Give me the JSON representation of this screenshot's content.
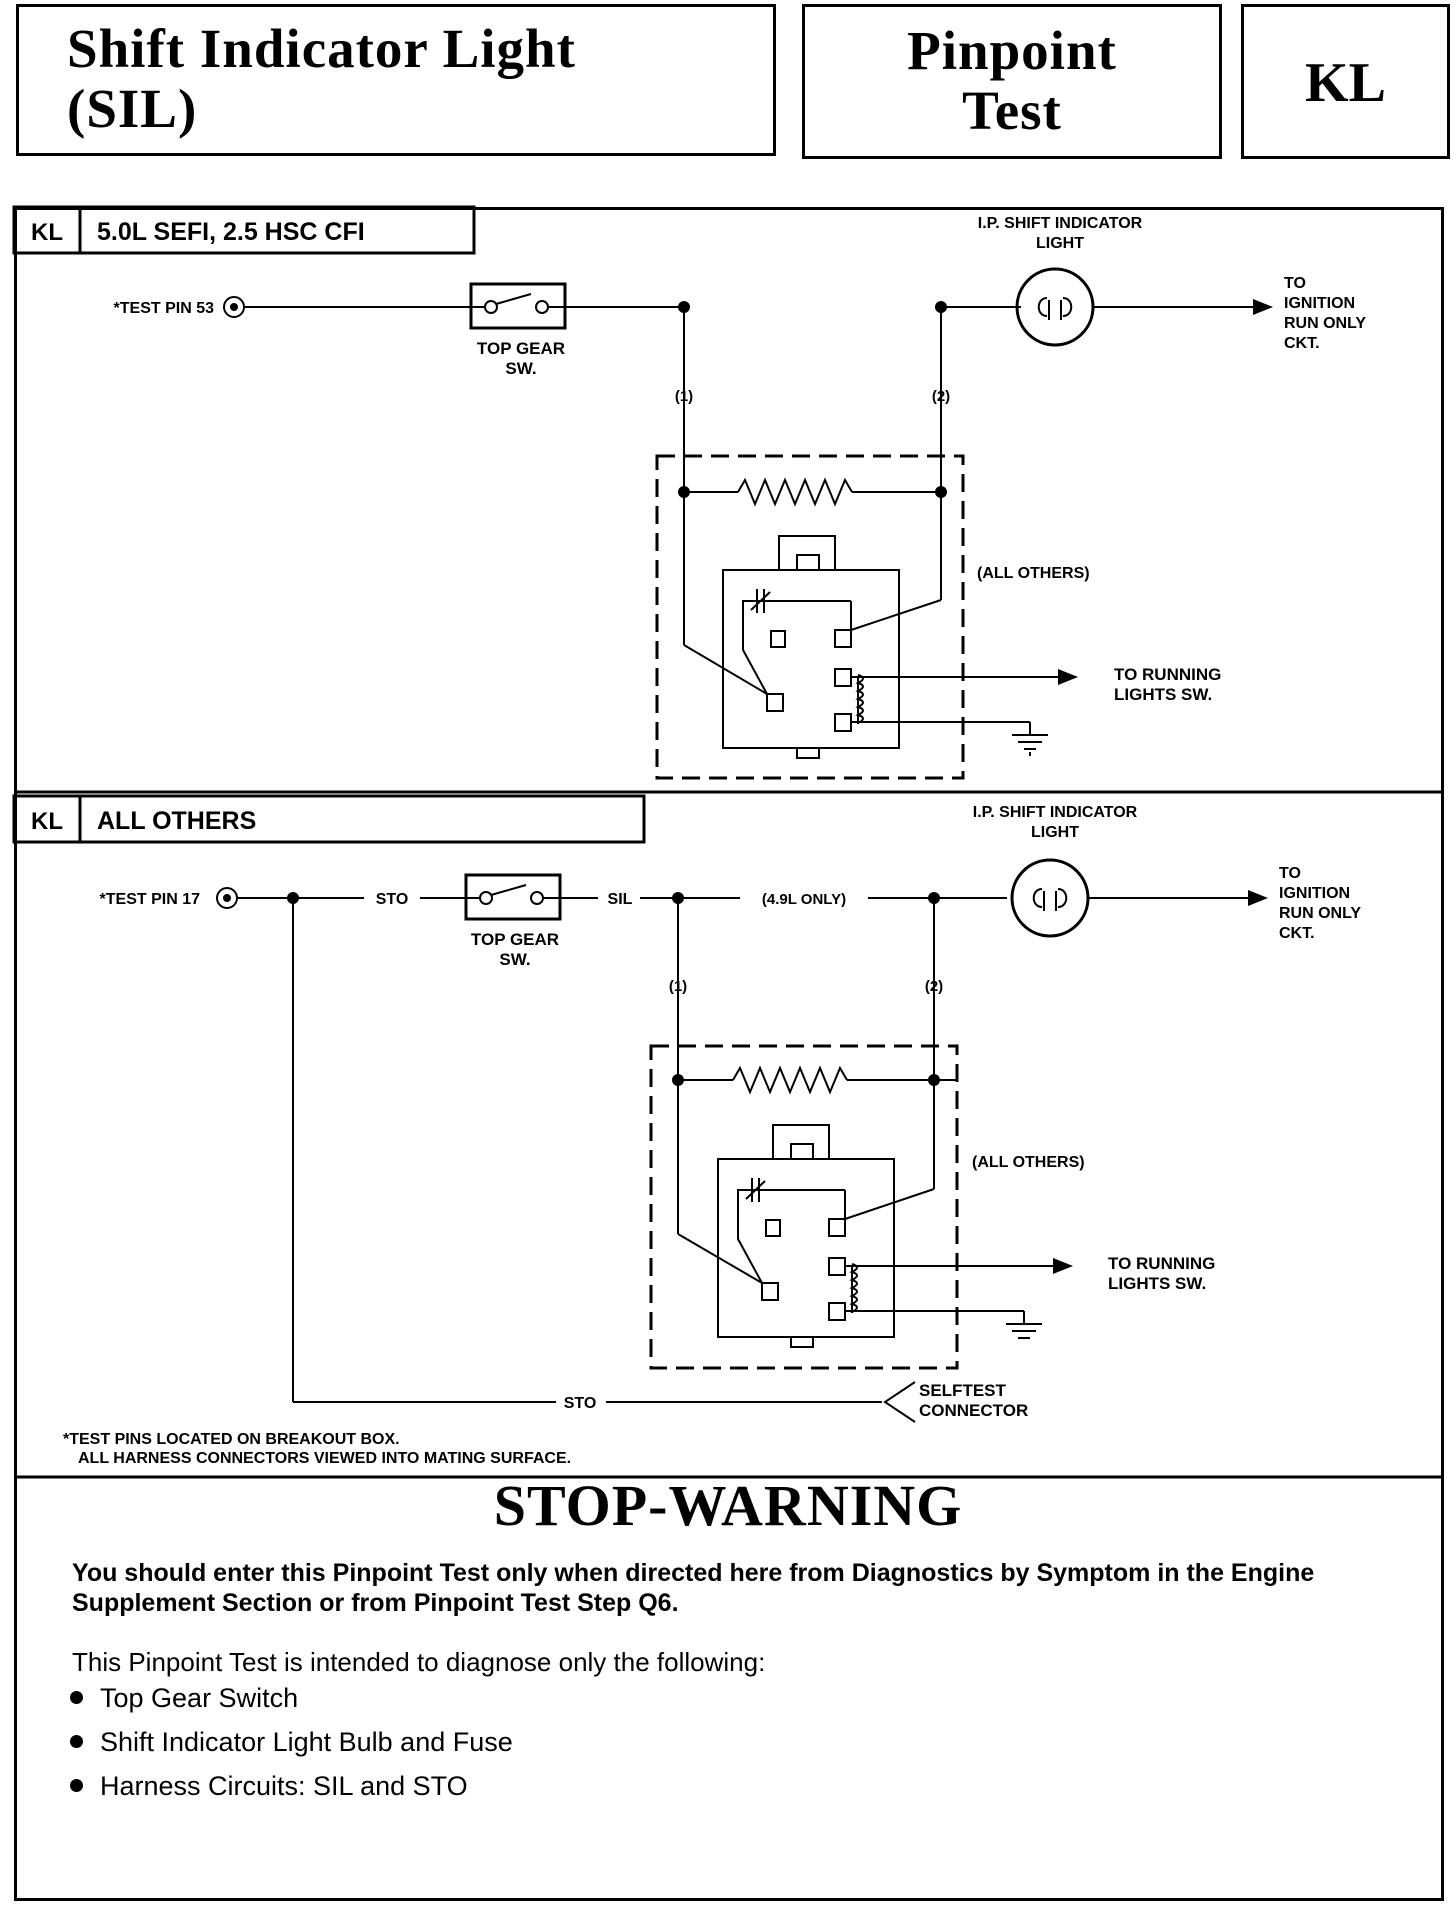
{
  "header": {
    "title_line1": "Shift Indicator Light",
    "title_line2": "(SIL)",
    "test_line1": "Pinpoint",
    "test_line2": "Test",
    "code": "KL"
  },
  "diagram1": {
    "code": "KL",
    "title": "5.0L SEFI, 2.5 HSC CFI",
    "test_pin": "*TEST PIN 53",
    "switch_line1": "TOP GEAR",
    "switch_line2": "SW.",
    "light_line1": "I.P. SHIFT INDICATOR",
    "light_line2": "LIGHT",
    "ignition": [
      "TO",
      "IGNITION",
      "RUN ONLY",
      "CKT."
    ],
    "pin1": "(1)",
    "pin2": "(2)",
    "all_others": "(ALL OTHERS)",
    "running_line1": "TO RUNNING",
    "running_line2": "LIGHTS SW."
  },
  "diagram2": {
    "code": "KL",
    "title": "ALL OTHERS",
    "test_pin": "*TEST PIN 17",
    "sto": "STO",
    "sil": "SIL",
    "note_49": "(4.9L ONLY)",
    "switch_line1": "TOP GEAR",
    "switch_line2": "SW.",
    "light_line1": "I.P. SHIFT INDICATOR",
    "light_line2": "LIGHT",
    "ignition": [
      "TO",
      "IGNITION",
      "RUN ONLY",
      "CKT."
    ],
    "pin1": "(1)",
    "pin2": "(2)",
    "all_others": "(ALL OTHERS)",
    "running_line1": "TO RUNNING",
    "running_line2": "LIGHTS SW.",
    "sto_bottom": "STO",
    "selftest_line1": "SELFTEST",
    "selftest_line2": "CONNECTOR"
  },
  "footnote": {
    "line1": "*TEST PINS LOCATED ON BREAKOUT BOX.",
    "line2": "ALL HARNESS CONNECTORS VIEWED INTO MATING SURFACE."
  },
  "warning": {
    "title": "STOP-WARNING",
    "body": "You should enter this Pinpoint Test only when directed here from Diagnostics by Symptom in the Engine Supplement Section or from Pinpoint Test Step Q6.",
    "intro": "This Pinpoint Test is intended to diagnose only the following:",
    "items": [
      "Top Gear Switch",
      "Shift Indicator Light Bulb and Fuse",
      "Harness Circuits: SIL and STO"
    ]
  }
}
